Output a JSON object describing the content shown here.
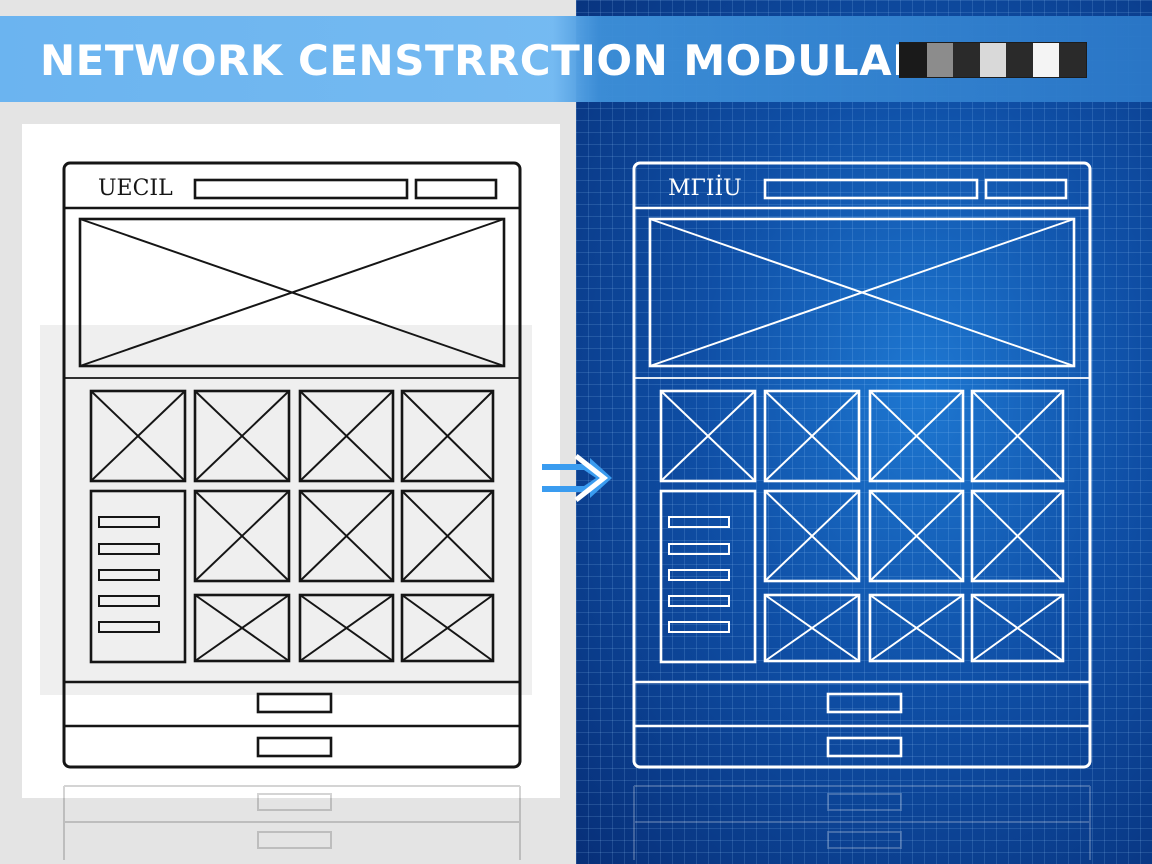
{
  "title": "NETWORK CENSTRRCTION MODULAING",
  "colors": {
    "title_text": "#ffffff",
    "title_band_left": "#6cb5f1",
    "title_band_right": "#2f7dcb",
    "left_background": "#e4e4e4",
    "right_background": "#0f4fa6",
    "left_stroke": "#151515",
    "right_stroke": "#ffffff",
    "arrow": "#3a9cf0"
  },
  "swatches": [
    "#1a1a1a",
    "#8c8c8c",
    "#2a2a2a",
    "#d9d9d9",
    "#2a2a2a",
    "#f4f4f4",
    "#2a2a2a"
  ],
  "left_wireframe": {
    "header_label": "UECIL"
  },
  "right_wireframe": {
    "header_label": "MΓΙİU"
  },
  "arrow_icon": "double-right-arrow"
}
